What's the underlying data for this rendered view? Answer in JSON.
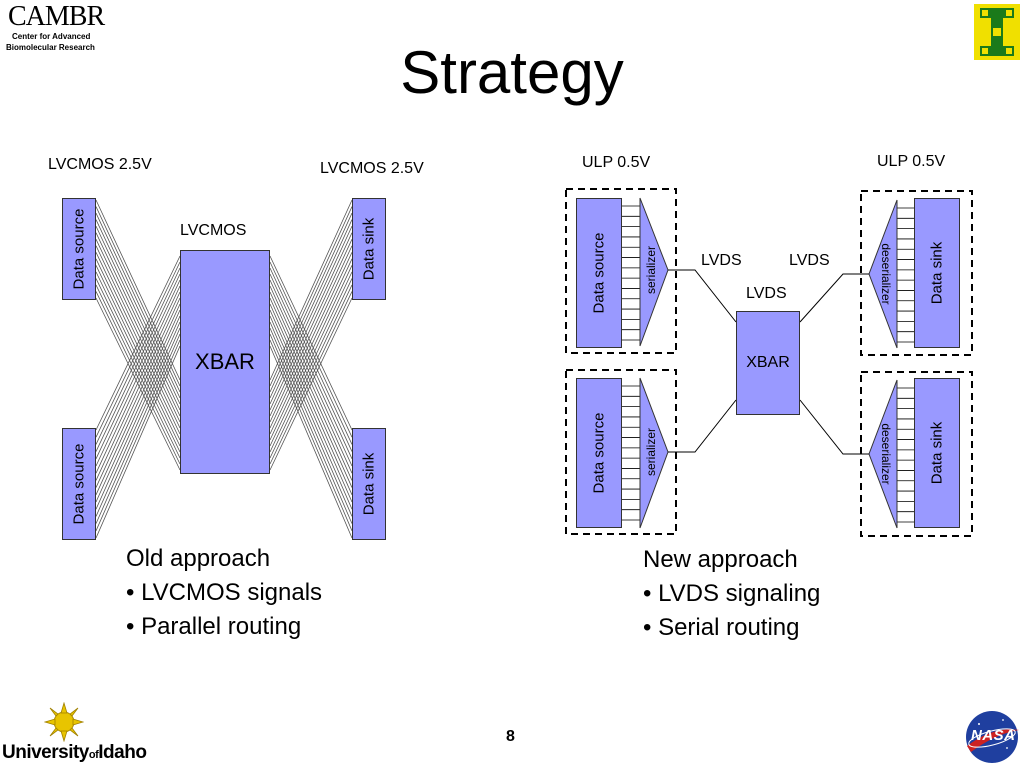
{
  "slide": {
    "title": "Strategy",
    "page_number": "8"
  },
  "logos": {
    "cambr": {
      "name": "CAMBR",
      "line1": "Center for Advanced",
      "line2": "Biomolecular Research"
    },
    "university": {
      "part1": "University",
      "part2": "of",
      "part3": "Idaho"
    },
    "nasa": {
      "text": "NASA"
    },
    "top_right_icon": "idaho-i-chip-logo"
  },
  "left_diagram": {
    "voltage_left": "LVCMOS 2.5V",
    "voltage_right": "LVCMOS 2.5V",
    "signal_label": "LVCMOS",
    "xbar_label": "XBAR",
    "source_top": "Data source",
    "source_bottom": "Data source",
    "sink_top": "Data sink",
    "sink_bottom": "Data sink"
  },
  "right_diagram": {
    "voltage_left": "ULP 0.5V",
    "voltage_right": "ULP 0.5V",
    "lvds_left": "LVDS",
    "lvds_right": "LVDS",
    "lvds_center": "LVDS",
    "xbar_label": "XBAR",
    "source_top": "Data source",
    "source_bottom": "Data source",
    "serializer_top": "serializer",
    "serializer_bottom": "serializer",
    "deserializer_top": "deserializer",
    "deserializer_bottom": "deserializer",
    "sink_top": "Data sink",
    "sink_bottom": "Data sink"
  },
  "old_approach": {
    "heading": "Old approach",
    "bullets": [
      "• LVCMOS signals",
      "• Parallel routing"
    ]
  },
  "new_approach": {
    "heading": "New approach",
    "bullets": [
      "• LVDS signaling",
      "• Serial routing"
    ]
  },
  "colors": {
    "block_fill": "#9999ff",
    "block_stroke": "#333333",
    "yellow_logo": "#e8c400",
    "nasa_blue": "#1f3f9f",
    "nasa_red": "#cc2222",
    "idaho_green": "#1a7a1a"
  }
}
